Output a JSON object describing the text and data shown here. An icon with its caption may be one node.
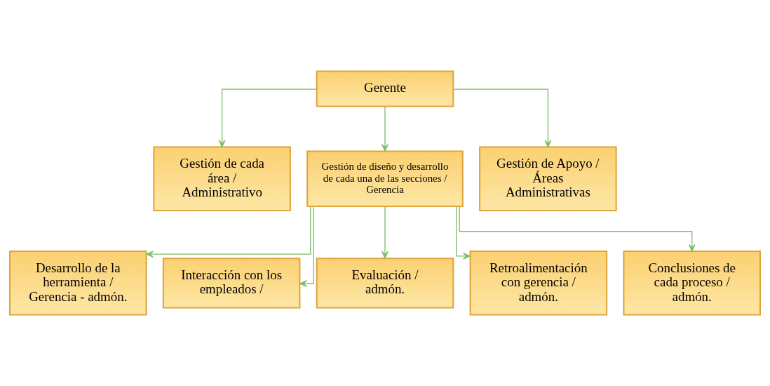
{
  "diagram": {
    "nodes": [
      {
        "text": [
          "Gerente"
        ]
      },
      {
        "text": [
          "Gestión de cada área / Administrativo"
        ]
      },
      {
        "text": [
          "Gestión de diseño y desarrollo de cada una de las secciones / Gerencia"
        ]
      },
      {
        "text": [
          "Gestión de Apoyo / Áreas Administrativas"
        ]
      },
      {
        "text": [
          "Desarrollo de la herramienta / Gerencia - admón."
        ]
      },
      {
        "text": [
          "Interacción con los empleados /"
        ]
      },
      {
        "text": [
          "Evaluación / admón."
        ]
      },
      {
        "text": [
          "Retroalimentación con gerencia / admón."
        ]
      },
      {
        "text": [
          "Conclusiones de cada proceso / admón."
        ]
      }
    ],
    "edges": [
      {
        "from": 0,
        "to": 1,
        "arrow": "to"
      },
      {
        "from": 0,
        "to": 2,
        "arrow": "to"
      },
      {
        "from": 0,
        "to": 3,
        "arrow": "to"
      },
      {
        "from": 2,
        "to": 4,
        "arrow": "to"
      },
      {
        "from": 2,
        "to": 5,
        "arrow": "to"
      },
      {
        "from": 2,
        "to": 6,
        "arrow": "to"
      },
      {
        "from": 2,
        "to": 7,
        "arrow": "to"
      },
      {
        "from": 2,
        "to": 8,
        "arrow": "to"
      }
    ]
  }
}
